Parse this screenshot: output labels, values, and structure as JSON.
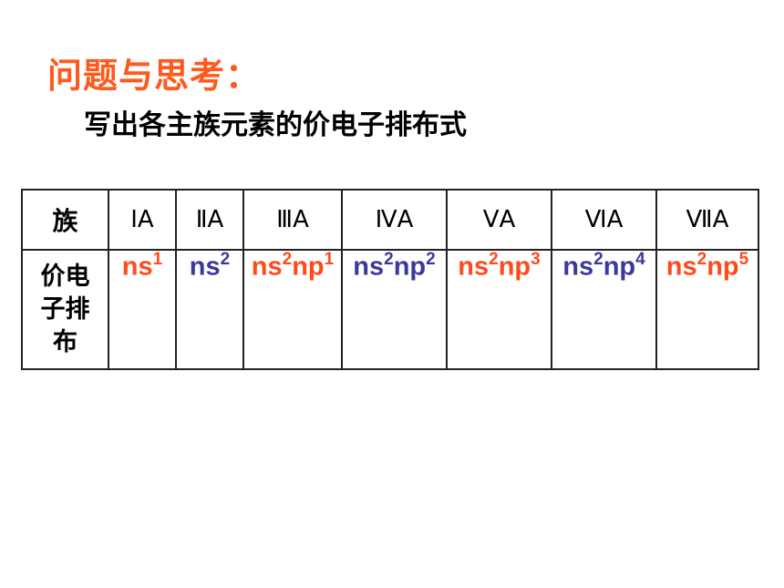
{
  "slide": {
    "title": "问题与思考：",
    "subtitle": "写出各主族元素的价电子排布式"
  },
  "table": {
    "header_label": "族",
    "row_label_lines": [
      "价电",
      "子排",
      "布"
    ],
    "groups": [
      "ⅠA",
      "ⅡA",
      "ⅢA",
      "ⅣA",
      "ⅤA",
      "ⅥA",
      "ⅦA"
    ],
    "configs": [
      {
        "parts": [
          {
            "base": "ns",
            "sup": "1"
          }
        ],
        "color": "#ff4a1a"
      },
      {
        "parts": [
          {
            "base": "ns",
            "sup": "2"
          }
        ],
        "color": "#3a3a9a"
      },
      {
        "parts": [
          {
            "base": "ns",
            "sup": "2"
          },
          {
            "base": "np",
            "sup": "1"
          }
        ],
        "color": "#ff4a1a"
      },
      {
        "parts": [
          {
            "base": "ns",
            "sup": "2"
          },
          {
            "base": "np",
            "sup": "2"
          }
        ],
        "color": "#3a3a9a"
      },
      {
        "parts": [
          {
            "base": "ns",
            "sup": "2"
          },
          {
            "base": "np",
            "sup": "3"
          }
        ],
        "color": "#ff4a1a"
      },
      {
        "parts": [
          {
            "base": "ns",
            "sup": "2"
          },
          {
            "base": "np",
            "sup": "4"
          }
        ],
        "color": "#3a3a9a"
      },
      {
        "parts": [
          {
            "base": "ns",
            "sup": "2"
          },
          {
            "base": "np",
            "sup": "5"
          }
        ],
        "color": "#ff4a1a"
      }
    ]
  }
}
